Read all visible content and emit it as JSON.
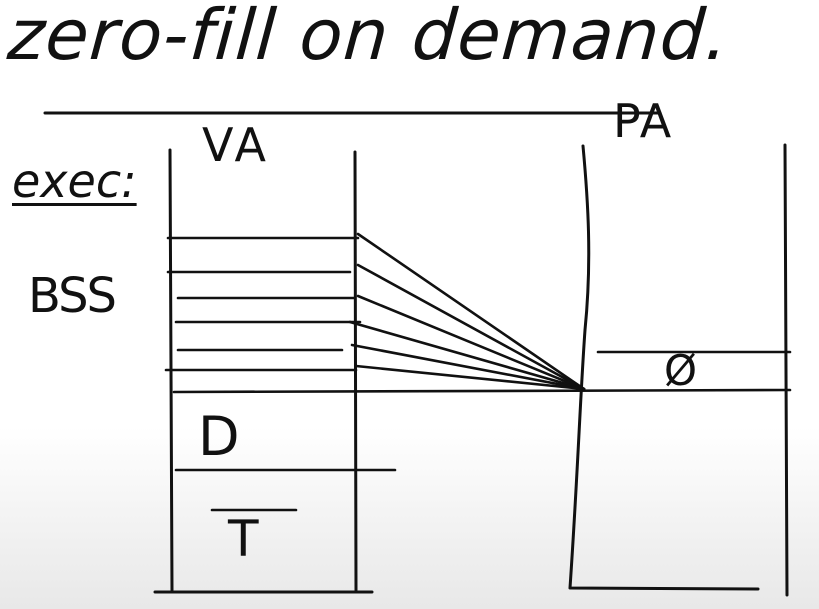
{
  "title": "zero-fill on demand.",
  "labels": {
    "va": "VA",
    "pa": "PA",
    "exec": "exec:",
    "bss": "BSS",
    "data": "D",
    "text": "T",
    "zero": "Ø"
  },
  "colors": {
    "ink": "#111111",
    "background": "#ffffff"
  }
}
